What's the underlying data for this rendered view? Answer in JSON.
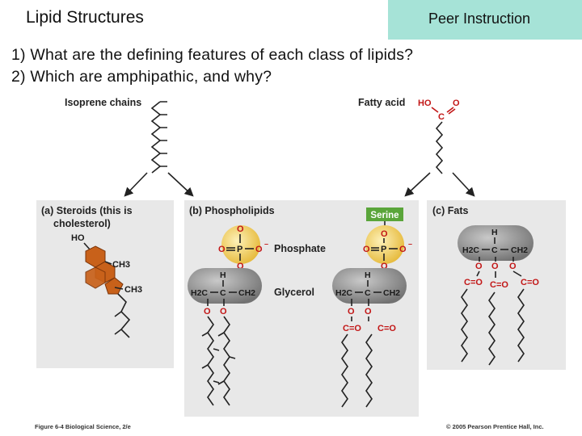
{
  "slide": {
    "title": "Lipid Structures",
    "tag": "Peer Instruction",
    "q1": "1) What are the defining features of each class of lipids?",
    "q2": "2) Which are amphipathic, and why?"
  },
  "figure": {
    "isoprene_label": "Isoprene chains",
    "fatty_acid_label": "Fatty acid",
    "steroids_label_1": "(a) Steroids (this is",
    "steroids_label_2": "cholesterol)",
    "phospholipids_label": "(b) Phospholipids",
    "fats_label": "(c) Fats",
    "serine_label": "Serine",
    "phosphate_label": "Phosphate",
    "glycerol_label": "Glycerol",
    "ho": "HO",
    "c": "C",
    "o": "O",
    "h": "H",
    "p": "P",
    "ch3": "CH3",
    "h2c": "H2C",
    "ch2": "CH2",
    "co": "C=O",
    "dash": "–",
    "caption_left": "Figure 6-4  Biological Science, 2/e",
    "caption_right": "© 2005 Pearson Prentice Hall, Inc."
  },
  "colors": {
    "peer_box": "#a6e3d7",
    "steroid_ring": "#c8611a",
    "phosphate": "#f2cc55",
    "glycerol": "#8e8e8e",
    "serine": "#5aa53a",
    "bond_red": "#c21616"
  }
}
